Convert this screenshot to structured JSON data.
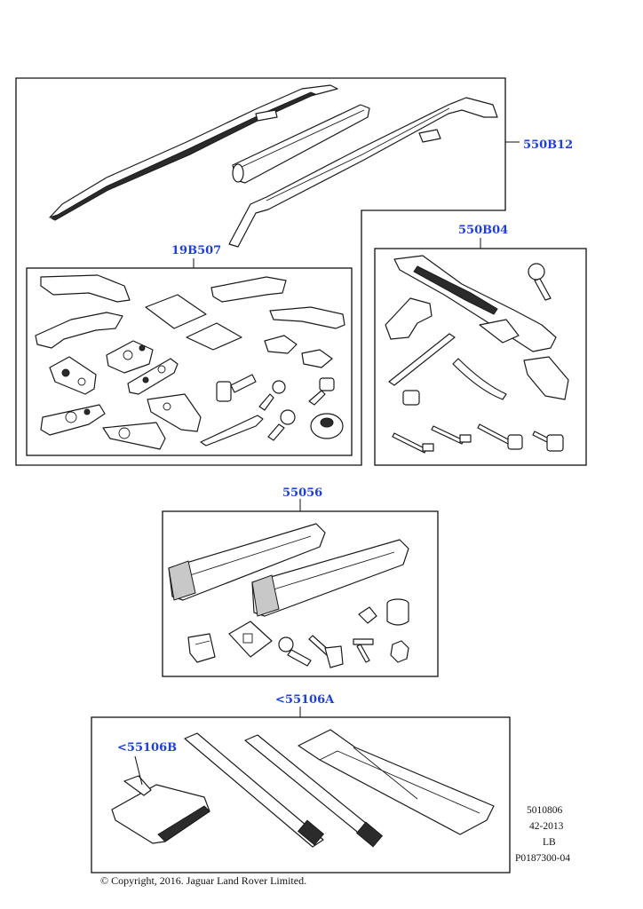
{
  "callouts": {
    "roof_rails": "550B12",
    "rail_kit": "19B507",
    "bike_carrier": "550B04",
    "ski_carrier": "55056",
    "bag_kit": "<55106A",
    "bag_bracket": "<55106B"
  },
  "meta": {
    "doc_number": "5010806",
    "date_code": "42-2013",
    "lang": "LB",
    "illustration_id": "P0187300-04"
  },
  "copyright": "© Copyright, 2016. Jaguar Land Rover Limited.",
  "accent_color": "#1f3fd6"
}
